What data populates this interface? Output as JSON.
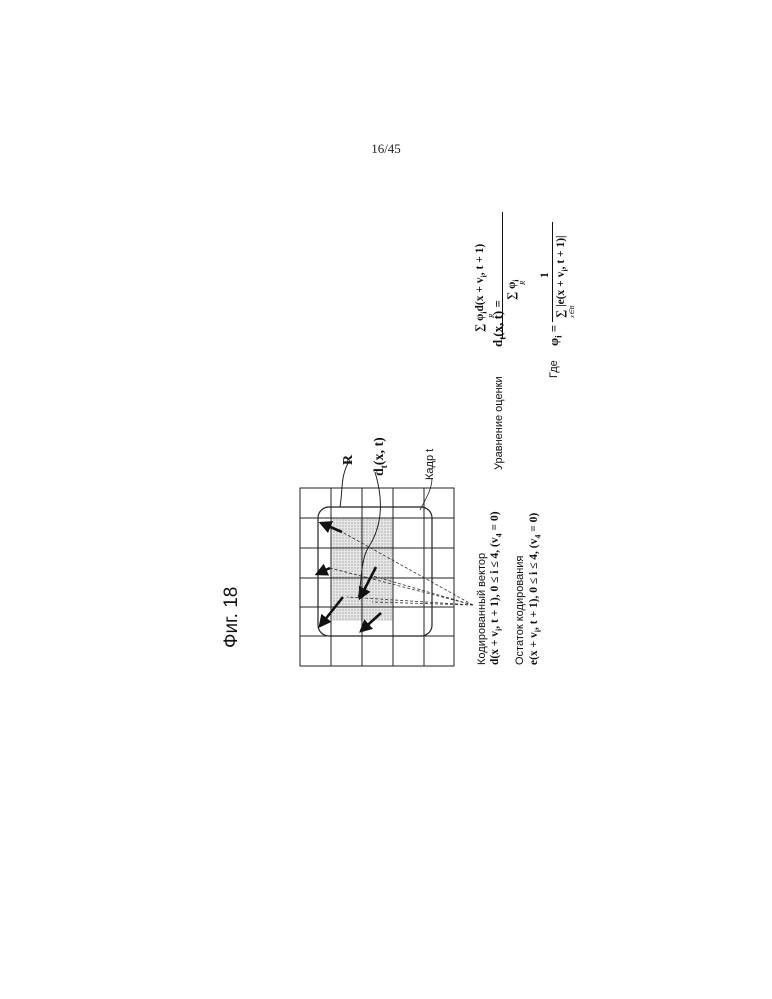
{
  "page": {
    "number": "16/45",
    "figure_title": "Фиг. 18"
  },
  "diagram": {
    "region_label": "R",
    "estimate_label": "d",
    "estimate_sub": "t",
    "estimate_args": "(x, t)",
    "frame_label": "Кадр t",
    "coded_vector_caption": "Кодированный вектор",
    "coded_vector_formula": "d(x + v",
    "coded_vector_formula_sub": "i",
    "coded_vector_formula_rest": ", t + 1), 0 ≤ i ≤ 4, (v",
    "coded_vector_formula_sub2": "4",
    "coded_vector_formula_end": " = 0)",
    "residual_caption": "Остаток кодирования",
    "residual_formula": "e(x + v",
    "residual_formula_sub": "i",
    "residual_formula_rest": ", t + 1), 0 ≤ i ≤ 4, (v",
    "residual_formula_sub2": "4",
    "residual_formula_end": " = 0)"
  },
  "equations": {
    "estimate_caption": "Уравнение оценки",
    "lhs": "d",
    "lhs_sub": "t",
    "lhs_args": "(x, t) =",
    "numerator": "∑ φ",
    "numerator_sub": "i",
    "numerator_rest": "d(x + v",
    "numerator_sub2": "i",
    "numerator_end": ", t + 1)",
    "numerator_sum_index": "R",
    "denominator": "∑ φ",
    "denominator_sub": "i",
    "denominator_sum_index": "R",
    "where_label": "Где",
    "phi_lhs": "φ",
    "phi_lhs_sub": "i",
    "phi_equals": "=",
    "phi_numerator": "1",
    "phi_denominator": "∑ |e(x + v",
    "phi_denominator_sub": "i",
    "phi_denominator_end": ", t + 1)|",
    "phi_sum_index": "x∈B"
  }
}
